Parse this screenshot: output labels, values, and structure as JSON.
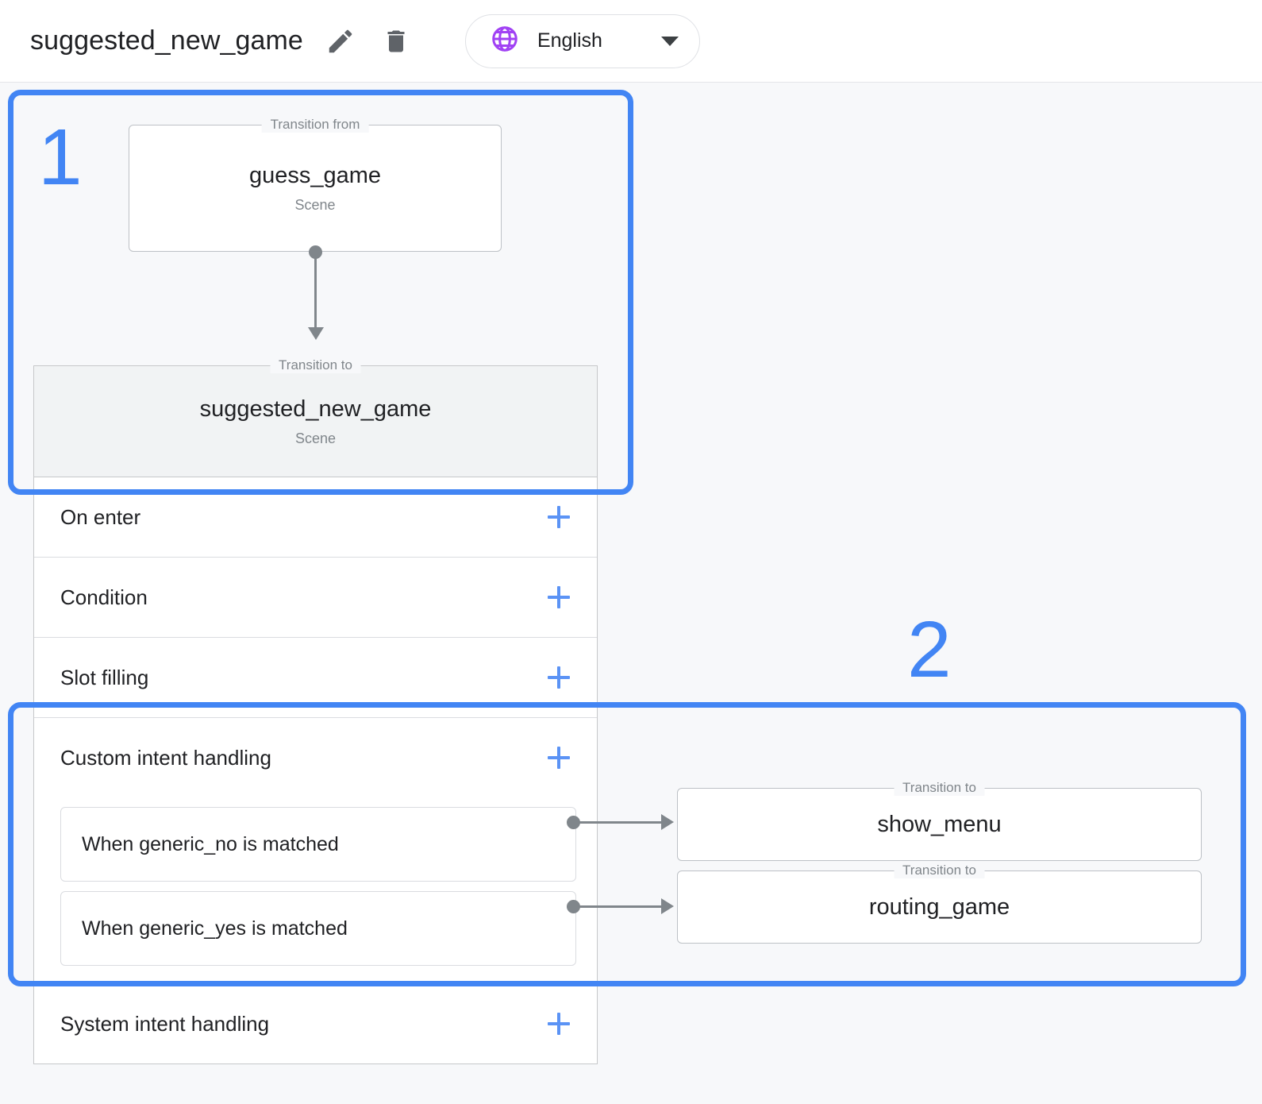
{
  "header": {
    "scene_title": "suggested_new_game",
    "edit_icon": "pencil-icon",
    "delete_icon": "trash-icon",
    "language": {
      "icon": "globe-icon",
      "label": "English",
      "caret": "chevron-down-icon"
    }
  },
  "graph": {
    "transition_from": {
      "legend": "Transition from",
      "name": "guess_game",
      "type": "Scene"
    },
    "transition_to_main": {
      "legend": "Transition to",
      "name": "suggested_new_game",
      "type": "Scene"
    }
  },
  "sections": [
    {
      "label": "On enter",
      "add_icon": "plus-icon"
    },
    {
      "label": "Condition",
      "add_icon": "plus-icon"
    },
    {
      "label": "Slot filling",
      "add_icon": "plus-icon"
    },
    {
      "label": "Custom intent handling",
      "add_icon": "plus-icon"
    },
    {
      "label": "System intent handling",
      "add_icon": "plus-icon"
    }
  ],
  "custom_intents": [
    {
      "label": "When generic_no is matched",
      "target_legend": "Transition to",
      "target": "show_menu"
    },
    {
      "label": "When generic_yes is matched",
      "target_legend": "Transition to",
      "target": "routing_game"
    }
  ],
  "annotations": [
    {
      "number": "1"
    },
    {
      "number": "2"
    }
  ],
  "colors": {
    "accent_blue": "#4285f4",
    "plus_blue": "#5b93f5",
    "globe_purple": "#a142f4",
    "connector_grey": "#80868b",
    "selected_grey": "#f1f3f4"
  }
}
